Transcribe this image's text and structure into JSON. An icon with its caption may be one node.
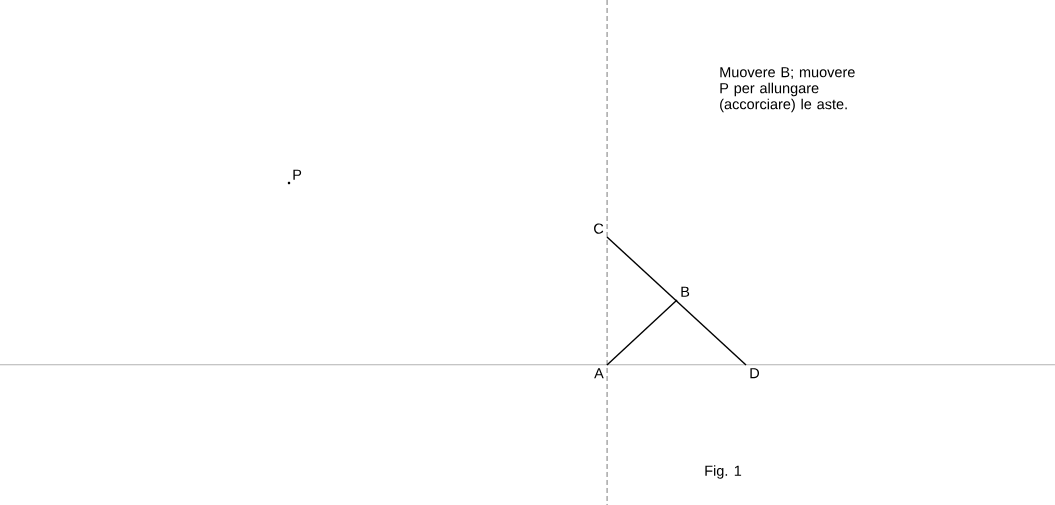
{
  "diagram": {
    "caption": "Fig. 1",
    "nodes": [
      {
        "text": [
          "A"
        ]
      },
      {
        "text": [
          "B"
        ]
      },
      {
        "text": [
          "C"
        ]
      },
      {
        "text": [
          "D"
        ]
      },
      {
        "text": [
          "P"
        ]
      }
    ],
    "edges": [
      {
        "from": 0,
        "to": 1,
        "arrow": "none"
      },
      {
        "from": 2,
        "to": 3,
        "arrow": "none"
      }
    ],
    "labels": [
      "Muovere B; muovere P per allungare (accorciare) le aste."
    ]
  }
}
